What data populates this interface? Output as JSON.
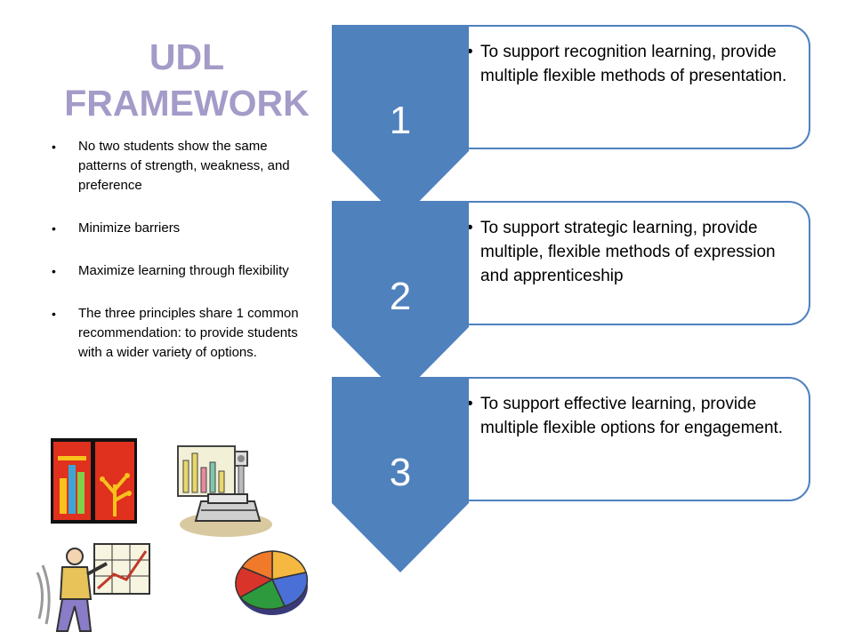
{
  "title_line1": "UDL",
  "title_line2": "FRAMEWORK",
  "bullets": [
    "No two students show the  same patterns of strength, weakness, and preference",
    "Minimize barriers",
    "Maximize learning through flexibility",
    "The three principles share 1 common recommendation: to provide students with a wider variety of options."
  ],
  "steps": [
    {
      "number": "1",
      "text": "To support recognition learning, provide multiple flexible methods of presentation."
    },
    {
      "number": "2",
      "text": "To support strategic learning, provide multiple, flexible methods of expression and apprenticeship"
    },
    {
      "number": "3",
      "text": "To support effective learning, provide multiple flexible options for engagement."
    }
  ],
  "colors": {
    "title": "#a49bc8",
    "chevron": "#4f81bd",
    "box_border": "#4f81bd"
  },
  "clipart": [
    "bar-chart-art-icon",
    "projector-icon",
    "presenter-icon",
    "pie-chart-icon"
  ]
}
